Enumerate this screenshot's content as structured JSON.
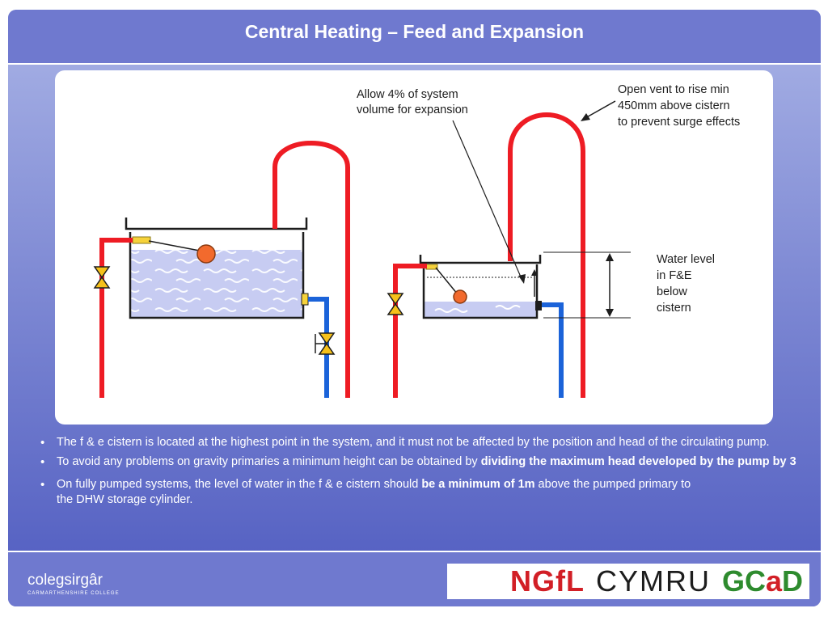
{
  "slide": {
    "title": "Central Heating – Feed and Expansion"
  },
  "diagram": {
    "label_expansion": [
      "Allow 4% of system",
      "volume for expansion"
    ],
    "label_vent": [
      "Open vent to rise min",
      "450mm above cistern",
      "to prevent surge effects"
    ],
    "label_water": [
      "Water level",
      "in F&E",
      "below",
      "cistern"
    ],
    "colors": {
      "flow_pipe": "#ee1c24",
      "feed_pipe": "#1b63d9",
      "water": "#c7ccf2",
      "float": "#f26a2d"
    }
  },
  "bullets": [
    {
      "text": "The f & e cistern is located at the highest point in the system, and it must not be affected by the position and head of the circulating pump."
    },
    {
      "pre": "To avoid any problems on gravity primaries a minimum height can be obtained by ",
      "bold": "dividing the maximum head developed by the pump by 3",
      "post": ""
    },
    {
      "pre": "On fully pumped systems, the level of water in the f & e cistern should ",
      "bold": "be a minimum of 1m",
      "post": " above the pumped primary to the DHW storage cylinder."
    }
  ],
  "footer": {
    "left_logo": "colegsirgâr",
    "left_logo_sub": "CARMARTHENSHIRE COLLEGE",
    "right_logo_ngfl": "NGfL",
    "right_logo_cymru": "CYMRU",
    "right_logo_gc": "GC",
    "right_logo_a": "a",
    "right_logo_d": "D"
  }
}
